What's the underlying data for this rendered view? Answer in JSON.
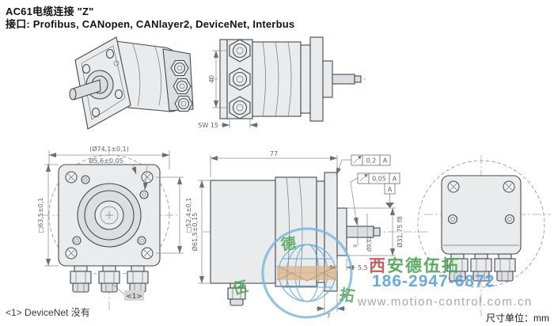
{
  "header": {
    "title": "AC61电缆连接 \"Z\"",
    "subtitle": "接口: Profibus, CANopen, CANlayer2, DeviceNet, Interbus"
  },
  "views": {
    "top_side": {
      "dim_height": "40",
      "dim_hex": "SW 15"
    },
    "front": {
      "dim_bolt_circle": "(Ø74,1±0,1)",
      "dim_hole": "Ø5,6±0,05",
      "dim_square_left": "□63,5±0,1",
      "dim_square_right": "□52,4±0,1",
      "callout": "<1>"
    },
    "side": {
      "dim_length": "77",
      "dim_body_dia": "Ø61,5±0,15",
      "runout_1": "0,2",
      "datum_ref_1": "A",
      "runout_2": "0,05",
      "datum_ref_2": "A",
      "datum": "A",
      "dim_collar": "Ø31,75 f8",
      "dim_shaft_len": "9",
      "dim_shaft_dia": "Ø9,52",
      "dim_flange_thk": "7",
      "dim_collar_depth": "5,5"
    }
  },
  "footer": {
    "note": "<1> DeviceNet 没有",
    "units": "尺寸单位：mm"
  },
  "watermark": {
    "brand": "西安德伍拓",
    "phone": "186-2947-6872",
    "url": "www.motion-control.com.cn",
    "logo_char_top": "德",
    "logo_char_left": "伍",
    "logo_char_right": "拓"
  },
  "colors": {
    "drawing_line": "#45494d",
    "part_fill": "#e9ebec",
    "dimension": "#6b6f73",
    "watermark_blue": "#5aa2d8",
    "watermark_green": "#4ba352",
    "watermark_red": "#c0504d",
    "watermark_gray": "#a3a3a3"
  }
}
